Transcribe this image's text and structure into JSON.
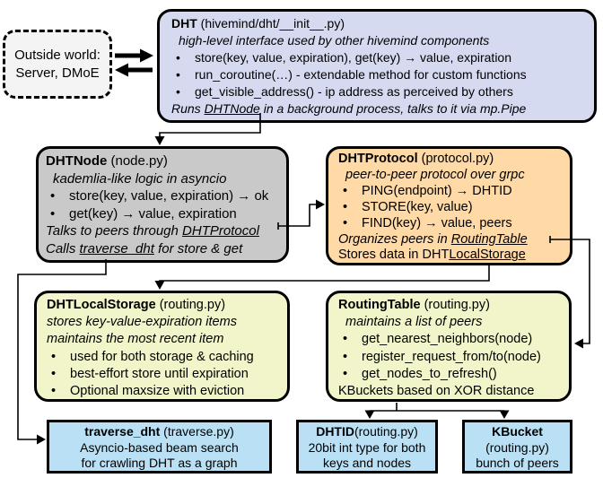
{
  "glyphs": {
    "bullet": "•"
  },
  "colors": {
    "dht_fill": "#d5daf0",
    "dhtnode_fill": "#c9c9c9",
    "dhtprotocol_fill": "#ffd9a6",
    "storage_fill": "#f1f5c9",
    "routing_fill": "#f1f5c9",
    "leaf_fill": "#b9e0f4",
    "outside_fill": "#f4f4f4",
    "line": "#000000"
  },
  "outside_world": {
    "line1": "Outside world:",
    "line2": "Server, DMoE"
  },
  "dht": {
    "title_bold": "DHT",
    "title_rest": " (hivemind/dht/__init__.py)",
    "subtitle": "high-level interface used by other hivemind components",
    "bullets": [
      "store(key, value, expiration), get(key) → value, expiration",
      "run_coroutine(…) - extendable method for custom functions",
      "get_visible_address() - ip address as perceived by others"
    ],
    "footer_pre": "Runs ",
    "footer_link": "DHTNode",
    "footer_post": " in a background process, talks to it via mp.Pipe"
  },
  "dhtnode": {
    "title_bold": "DHTNode",
    "title_rest": " (node.py)",
    "subtitle": "kademlia-like logic in asyncio",
    "bullets": [
      "store(key, value, expiration) → ok",
      "get(key) → value, expiration"
    ],
    "footer1_pre": "Talks to peers through ",
    "footer1_link": "DHTProtocol",
    "footer2_pre": "Calls ",
    "footer2_link": "traverse_dht",
    "footer2_post": " for store & get"
  },
  "dhtprotocol": {
    "title_bold": "DHTProtocol",
    "title_rest": " (protocol.py)",
    "subtitle": "peer-to-peer protocol over grpc",
    "bullets": [
      "PING(endpoint) → DHTID",
      "STORE(key, value)",
      "FIND(key) → value, peers"
    ],
    "footer1_pre": "Organizes peers in ",
    "footer1_link": "RoutingTable",
    "footer2_pre": "Stores data in DHT",
    "footer2_link": "LocalStorage"
  },
  "dhtlocalstorage": {
    "title_bold": "DHTLocalStorage",
    "title_rest": " (routing.py)",
    "subtitle1": "stores key-value-expiration items",
    "subtitle2": "maintains the most recent item",
    "bullets": [
      "used for both storage & caching",
      "best-effort store until expiration",
      "Optional maxsize with eviction"
    ]
  },
  "routingtable": {
    "title_bold": "RoutingTable",
    "title_rest": " (routing.py)",
    "subtitle": "maintains a list of peers",
    "bullets": [
      "get_nearest_neighbors(node)",
      "register_request_from/to(node)",
      "get_nodes_to_refresh()"
    ],
    "footer": "KBuckets based on XOR distance"
  },
  "traverse_dht": {
    "title_bold": "traverse_dht",
    "title_rest": " (traverse.py)",
    "line2": "Asyncio-based beam search",
    "line3": "for crawling DHT as a graph"
  },
  "dhtid": {
    "title_bold": "DHTID",
    "title_rest": "(routing.py)",
    "line2": "20bit int type for both",
    "line3": "keys and nodes"
  },
  "kbucket": {
    "title_bold": "KBucket",
    "line2": "(routing.py)",
    "line3": "bunch of peers"
  }
}
